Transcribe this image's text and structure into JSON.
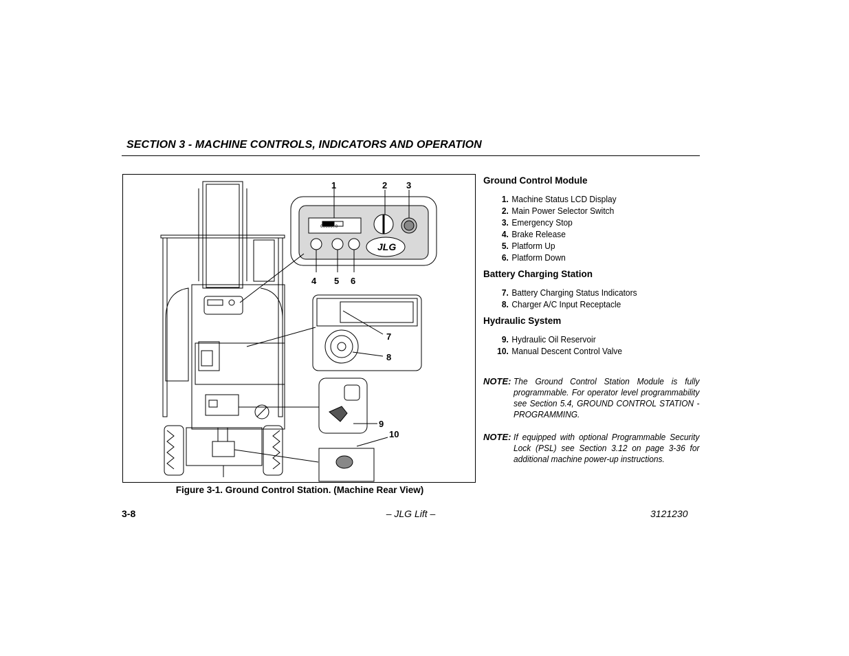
{
  "header": {
    "section_title": "SECTION 3 - MACHINE CONTROLS, INDICATORS AND OPERATION"
  },
  "figure": {
    "caption": "Figure 3-1. Ground Control Station. (Machine Rear View)",
    "callouts": [
      "1",
      "2",
      "3",
      "4",
      "5",
      "6",
      "7",
      "8",
      "9",
      "10"
    ],
    "logo_text": "JLG",
    "lcd_text": "00000.0"
  },
  "groups": [
    {
      "heading": "Ground Control Module",
      "items": [
        {
          "num": "1.",
          "label": "Machine Status LCD Display"
        },
        {
          "num": "2.",
          "label": "Main Power Selector Switch"
        },
        {
          "num": "3.",
          "label": "Emergency Stop"
        },
        {
          "num": "4.",
          "label": "Brake Release"
        },
        {
          "num": "5.",
          "label": "Platform Up"
        },
        {
          "num": "6.",
          "label": "Platform Down"
        }
      ]
    },
    {
      "heading": "Battery Charging Station",
      "items": [
        {
          "num": "7.",
          "label": "Battery Charging Status Indicators"
        },
        {
          "num": "8.",
          "label": "Charger A/C Input Receptacle"
        }
      ]
    },
    {
      "heading": "Hydraulic System",
      "items": [
        {
          "num": "9.",
          "label": "Hydraulic Oil Reservoir"
        },
        {
          "num": "10.",
          "label": "Manual Descent Control Valve"
        }
      ]
    }
  ],
  "notes": [
    {
      "label": "NOTE:",
      "text": "The Ground Control Station Module is fully programmable. For operator level programmability see Section 5.4, GROUND CONTROL STATION - PROGRAMMING."
    },
    {
      "label": "NOTE:",
      "text": "If equipped with optional Programmable Security Lock (PSL) see Section 3.12 on page 3-36 for additional machine power-up instructions."
    }
  ],
  "footer": {
    "page_number": "3-8",
    "center": "– JLG Lift –",
    "doc_number": "3121230"
  }
}
